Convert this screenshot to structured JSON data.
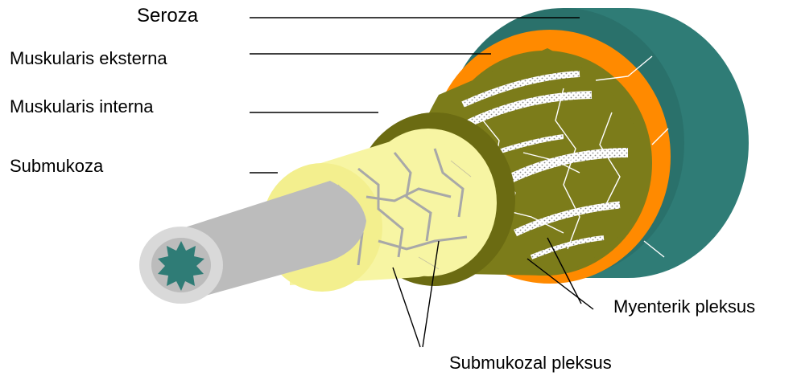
{
  "labels": {
    "seroza": "Seroza",
    "muskularis_eksterna": "Muskularis eksterna",
    "muskularis_interna": "Muskularis interna",
    "submukoza": "Submukoza",
    "myenterik_pleksus": "Myenterik  pleksus",
    "submukozal_pleksus": "Submukozal pleksus"
  },
  "colors": {
    "seroza": "#2f7c76",
    "seroza_dark": "#245f5a",
    "muskularis_eksterna_outer": "#ff8a00",
    "muskularis_interna": "#7c7c1a",
    "muskularis_interna_dark": "#5f6010",
    "submukoza": "#f7f5a3",
    "submukoza_edge": "#e6e07a",
    "mucosa": "#bcbcbc",
    "mucosa_face": "#d9d9d9",
    "lumen": "#2f7c76",
    "plexus_vessel": "#a8a8a8",
    "line": "#000000"
  }
}
